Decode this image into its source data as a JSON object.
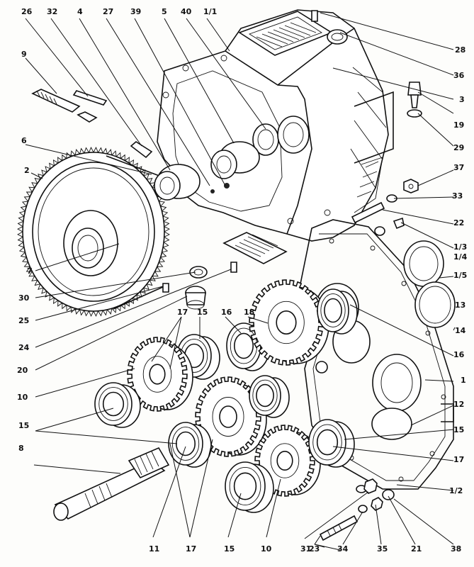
{
  "figure": {
    "labels": [
      {
        "id": "l26",
        "text": "26"
      },
      {
        "id": "l32",
        "text": "32"
      },
      {
        "id": "l4",
        "text": "4"
      },
      {
        "id": "l27",
        "text": "27"
      },
      {
        "id": "l39",
        "text": "39"
      },
      {
        "id": "l5",
        "text": "5"
      },
      {
        "id": "l40",
        "text": "40"
      },
      {
        "id": "l11top",
        "text": "1/1"
      },
      {
        "id": "l9",
        "text": "9"
      },
      {
        "id": "l6",
        "text": "6"
      },
      {
        "id": "l2",
        "text": "2"
      },
      {
        "id": "l7",
        "text": "7"
      },
      {
        "id": "l30",
        "text": "30"
      },
      {
        "id": "l25",
        "text": "25"
      },
      {
        "id": "l24",
        "text": "24"
      },
      {
        "id": "l20",
        "text": "20"
      },
      {
        "id": "l10a",
        "text": "10"
      },
      {
        "id": "l15a",
        "text": "15"
      },
      {
        "id": "l8",
        "text": "8"
      },
      {
        "id": "l17a",
        "text": "17"
      },
      {
        "id": "l15b",
        "text": "15"
      },
      {
        "id": "l16",
        "text": "16"
      },
      {
        "id": "l18",
        "text": "18"
      },
      {
        "id": "l11b",
        "text": "11"
      },
      {
        "id": "l17b",
        "text": "17"
      },
      {
        "id": "l15c",
        "text": "15"
      },
      {
        "id": "l10b",
        "text": "10"
      },
      {
        "id": "l31",
        "text": "31"
      },
      {
        "id": "l23",
        "text": "23"
      },
      {
        "id": "l34",
        "text": "34"
      },
      {
        "id": "l35",
        "text": "35"
      },
      {
        "id": "l21",
        "text": "21"
      },
      {
        "id": "l38",
        "text": "38"
      },
      {
        "id": "l28",
        "text": "28"
      },
      {
        "id": "l36",
        "text": "36"
      },
      {
        "id": "l3",
        "text": "3"
      },
      {
        "id": "l19",
        "text": "19"
      },
      {
        "id": "l29",
        "text": "29"
      },
      {
        "id": "l37",
        "text": "37"
      },
      {
        "id": "l33",
        "text": "33"
      },
      {
        "id": "l22",
        "text": "22"
      },
      {
        "id": "l13",
        "text": "1/3"
      },
      {
        "id": "l14",
        "text": "1/4"
      },
      {
        "id": "l15r",
        "text": "1/5"
      },
      {
        "id": "l13b",
        "text": "13"
      },
      {
        "id": "l14b",
        "text": "14"
      },
      {
        "id": "l16r",
        "text": "16"
      },
      {
        "id": "l1",
        "text": "1"
      },
      {
        "id": "l12",
        "text": "12"
      },
      {
        "id": "l15rr",
        "text": "15"
      },
      {
        "id": "l17r",
        "text": "17"
      },
      {
        "id": "l12r",
        "text": "1/2"
      }
    ]
  }
}
